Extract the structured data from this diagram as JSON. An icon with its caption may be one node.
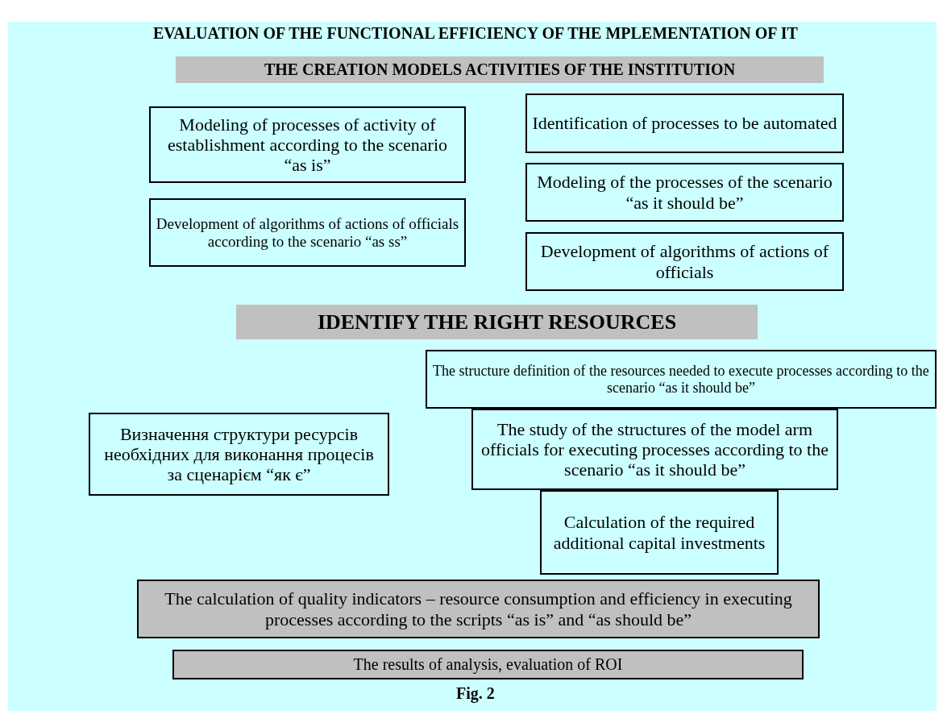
{
  "diagram": {
    "title": "EVALUATION OF THE FUNCTIONAL EFFICIENCY OF THE  MPLEMENTATION OF IT",
    "caption": "Fig. 2",
    "nodes": [
      {
        "text": [
          "THE CREATION MODELS ACTIVITIES OF THE INSTITUTION"
        ]
      },
      {
        "text": [
          "Modeling of processes of activity of establishment according to the scenario “as is”"
        ]
      },
      {
        "text": [
          "Identification of processes to be automated"
        ]
      },
      {
        "text": [
          "Development of algorithms of actions of officials according to the scenario “as ss”"
        ]
      },
      {
        "text": [
          "Modeling of the processes of the scenario “as it should be”"
        ]
      },
      {
        "text": [
          "Development of algorithms of actions of officials"
        ]
      },
      {
        "text": [
          "IDENTIFY THE RIGHT RESOURCES"
        ]
      },
      {
        "text": [
          "The structure definition of the resources needed to execute processes according to the scenario “as it should be”"
        ]
      },
      {
        "text": [
          "Визначення структури ресурсів необхідних для виконання процесів за сценарієм “як є”"
        ]
      },
      {
        "text": [
          "The study of the structures of the model arm officials for executing processes according to the scenario “as it should be”"
        ]
      },
      {
        "text": [
          "Calculation of the required additional capital investments"
        ]
      },
      {
        "text": [
          "The calculation of quality indicators – resource consumption and efficiency in executing processes according to the scripts “as is” and “as should be”"
        ]
      },
      {
        "text": [
          "The results of analysis, evaluation of ROI"
        ]
      }
    ]
  }
}
